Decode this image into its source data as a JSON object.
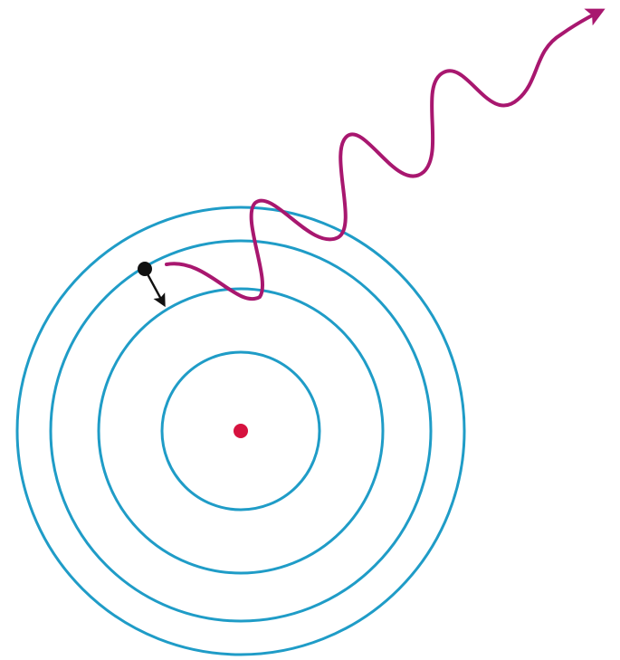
{
  "diagram": {
    "orbit_count": 4,
    "colors": {
      "background": "#ffffff",
      "orbit": "#1f9cc7",
      "nucleus": "#d6123f",
      "electron": "#111111",
      "transition_arrow": "#111111",
      "photon": "#a8176f"
    },
    "elements": {
      "nucleus": "nucleus-dot",
      "electron": "electron-dot",
      "transition": "electron-transition-arrow",
      "photon": "emitted-photon-wave"
    }
  }
}
